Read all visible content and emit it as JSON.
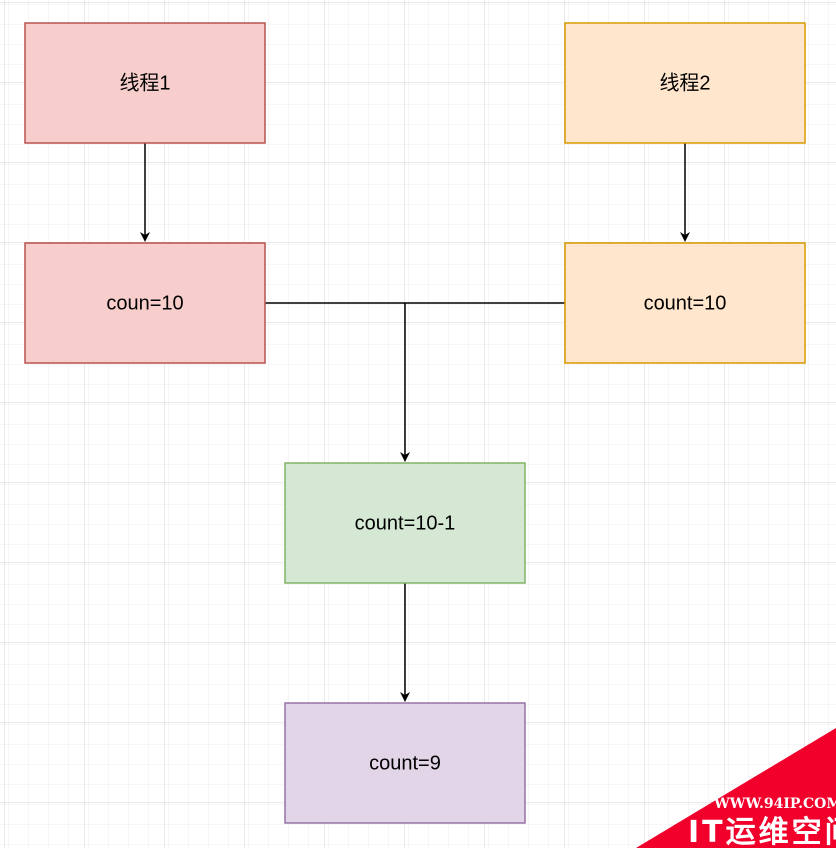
{
  "nodes": {
    "thread1": {
      "label": "线程1",
      "fill": "#f8cecc",
      "stroke": "#b85450"
    },
    "thread2": {
      "label": "线程2",
      "fill": "#ffe6cc",
      "stroke": "#d79b00"
    },
    "read1": {
      "label": "coun=10",
      "fill": "#f8cecc",
      "stroke": "#b85450"
    },
    "read2": {
      "label": "count=10",
      "fill": "#ffe6cc",
      "stroke": "#d79b00"
    },
    "decrement": {
      "label": "count=10-1",
      "fill": "#d5e8d4",
      "stroke": "#82b366"
    },
    "result": {
      "label": "count=9",
      "fill": "#e1d5e7",
      "stroke": "#9673a6"
    }
  },
  "edges": [
    {
      "from": "thread1",
      "to": "read1"
    },
    {
      "from": "thread2",
      "to": "read2"
    },
    {
      "from": "read1",
      "to": "decrement"
    },
    {
      "from": "read2",
      "to": "decrement"
    },
    {
      "from": "decrement",
      "to": "result"
    }
  ],
  "watermark": {
    "url": "WWW.94IP.COM",
    "name": "IT运维空间",
    "color": "#f0002a"
  }
}
